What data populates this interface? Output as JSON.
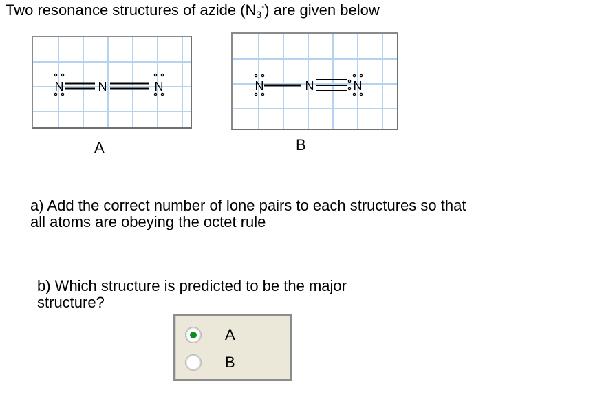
{
  "title": {
    "prefix": "Two resonance structures of azide (N",
    "subscript": "3",
    "superscript": "-",
    "suffix": ") are given below"
  },
  "structures": [
    {
      "label": "A",
      "atoms": [
        "N",
        "N",
        "N"
      ],
      "bonds": [
        "double",
        "double"
      ],
      "description": "N=N=N with lone pair dots above and below each terminal N"
    },
    {
      "label": "B",
      "atoms": [
        "N",
        "N",
        "N"
      ],
      "bonds": [
        "single",
        "triple"
      ],
      "description": "N-N≡N with lone pair dots above and below each terminal N"
    }
  ],
  "question_a": {
    "line1": "a) Add the correct number of lone pairs to each structures so that",
    "line2": "all atoms are obeying the octet rule"
  },
  "question_b": {
    "line1": "b) Which structure is predicted to be the major",
    "line2": "structure?",
    "options": [
      {
        "label": "A",
        "selected": true
      },
      {
        "label": "B",
        "selected": false
      }
    ]
  },
  "colors": {
    "grid_line": "#b5d3f0",
    "frame_border": "#7a7a7a",
    "radio_panel_bg": "#ebe7d9",
    "radio_selected_dot": "#118c1e"
  }
}
